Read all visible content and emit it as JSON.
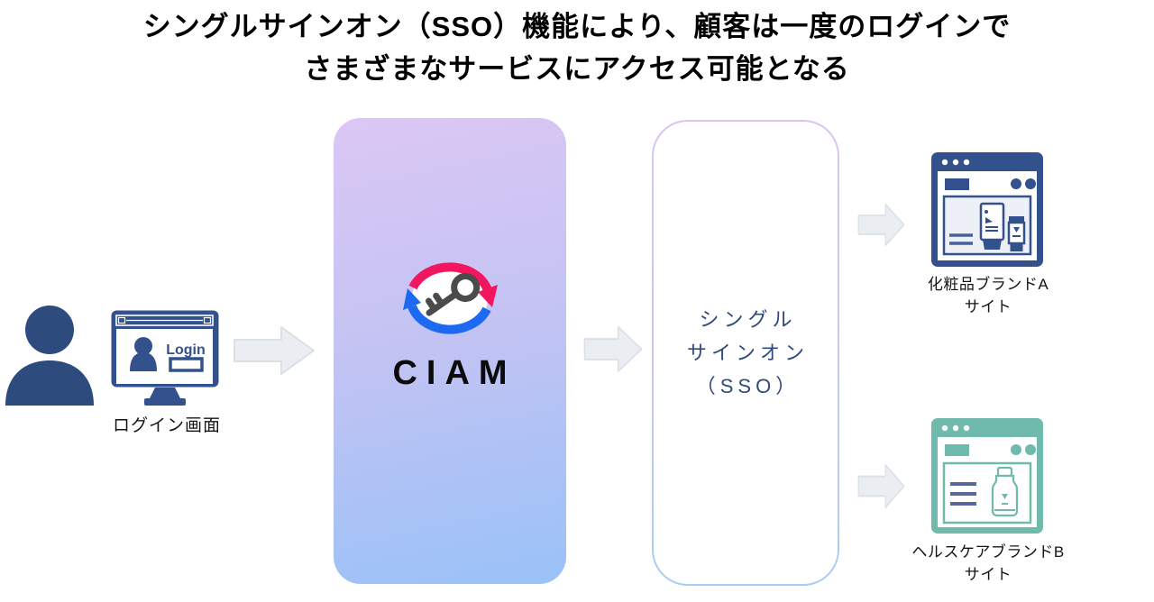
{
  "title": {
    "line1": "シングルサインオン（SSO）機能により、顧客は一度のログインで",
    "line2": "さまざまなサービスにアクセス可能となる"
  },
  "login": {
    "label": "ログイン画面",
    "button_text": "Login"
  },
  "ciam": {
    "label": "CIAM"
  },
  "sso": {
    "line1": "シングル",
    "line2": "サインオン",
    "line3": "（SSO）"
  },
  "sites": {
    "cosmetics": {
      "line1": "化粧品ブランドA",
      "line2": "サイト"
    },
    "healthcare": {
      "line1": "ヘルスケアブランドB",
      "line2": "サイト"
    }
  },
  "icons": [
    "user-silhouette-icon",
    "login-screen-monitor-icon",
    "arrow-right-icon",
    "ciam-sync-key-icon",
    "cosmetics-site-browser-icon",
    "healthcare-site-browser-icon"
  ],
  "colors": {
    "navy": "#33518C",
    "person_navy": "#2E4B7E",
    "teal": "#6FBAAC",
    "slate_lines": "#56699A",
    "arrow_fill": "#EAEDF2",
    "arrow_stroke": "#DBDFE6",
    "logo_pink": "#F2155F",
    "logo_blue": "#1C69F2",
    "key_gray": "#4B4B4B",
    "gradient_top": "#DCC7F4",
    "gradient_bottom": "#99C2F8",
    "sso_text": "#32497B"
  }
}
